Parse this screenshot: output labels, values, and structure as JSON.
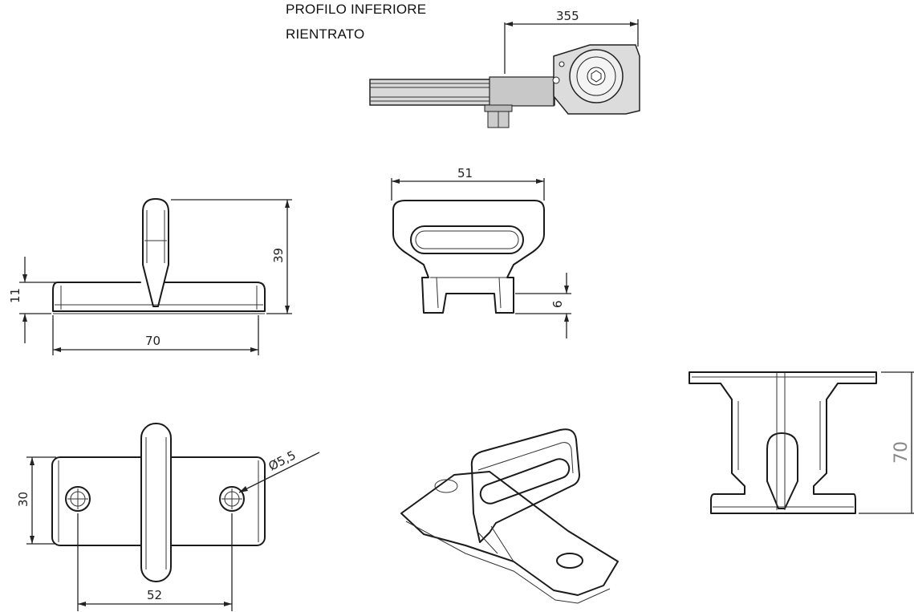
{
  "title": {
    "line1": "PROFILO INFERIORE",
    "line2": "RIENTRATO"
  },
  "dimensions": {
    "profile_length": "355",
    "width_top_view": "51",
    "height_front_view": "39",
    "base_thickness": "11",
    "base_length": "70",
    "hook_depth": "6",
    "plate_width": "30",
    "hole_diameter": "Ø5,5",
    "hole_spacing": "52",
    "side_view_length": "70"
  }
}
